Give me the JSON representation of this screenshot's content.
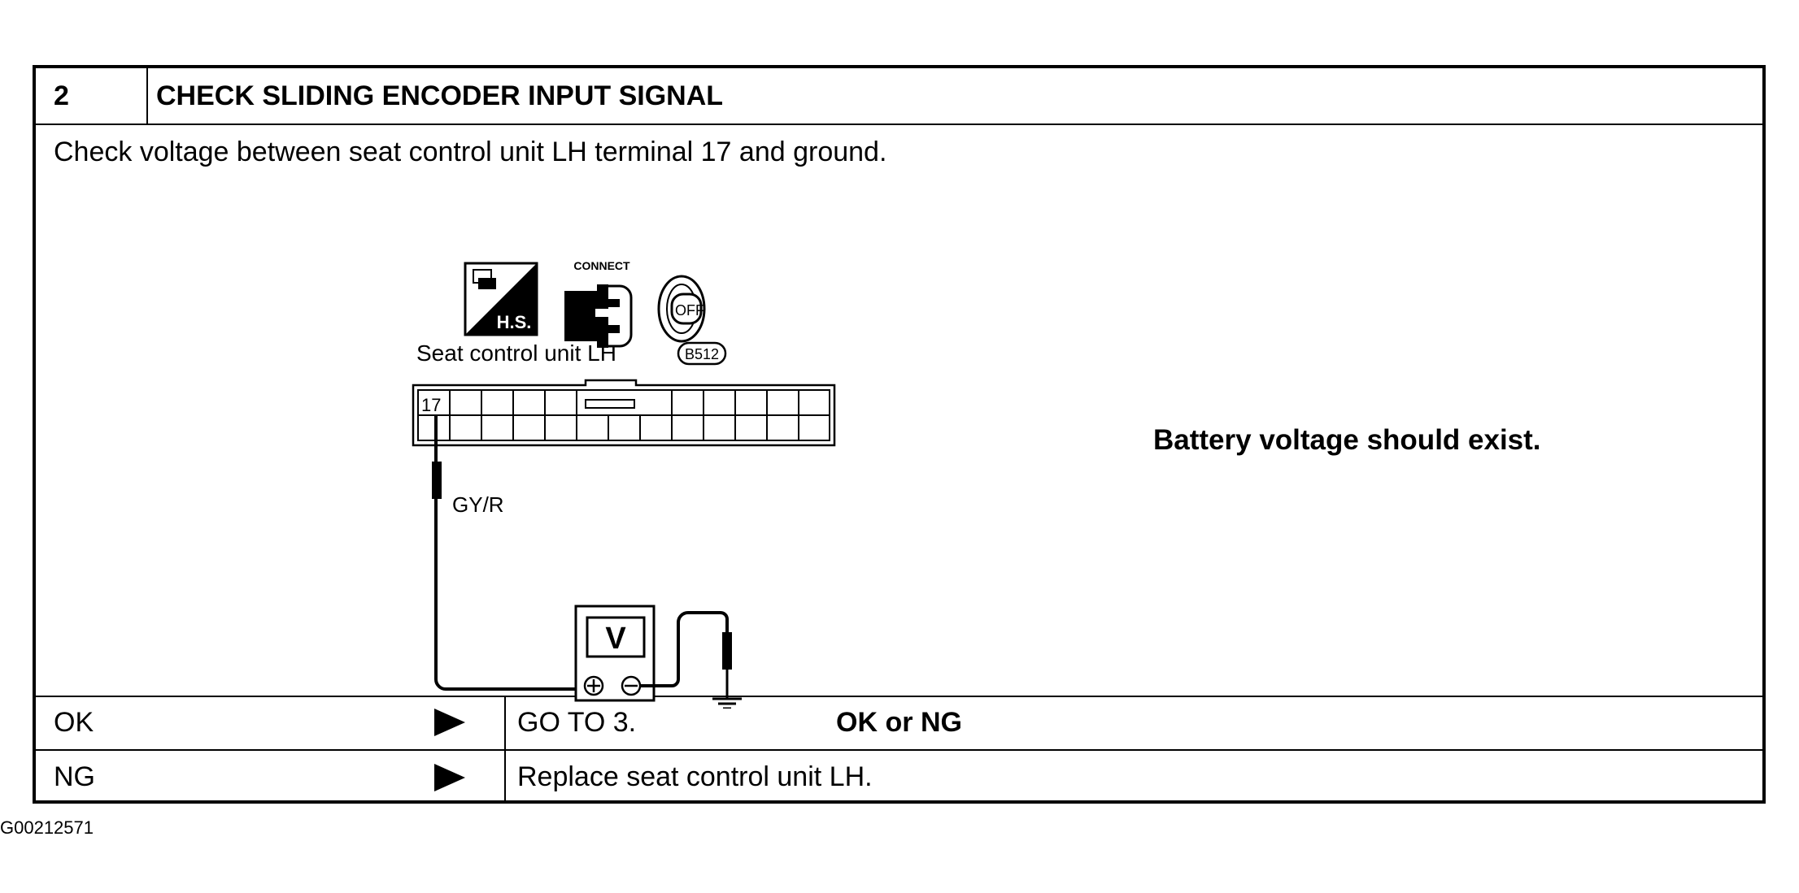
{
  "step": {
    "number": "2",
    "title": "CHECK SLIDING ENCODER INPUT SIGNAL"
  },
  "instruction": "Check voltage between seat control unit LH terminal 17 and ground.",
  "diagram": {
    "icons": {
      "hs_label": "H.S.",
      "connect_label": "CONNECT",
      "ignition_label": "OFF"
    },
    "connector_label": "Seat control unit LH",
    "connector_code": "B512",
    "terminal": "17",
    "wire_color": "GY/R",
    "meter_label": "V"
  },
  "result": "Battery voltage should exist.",
  "decision_prompt": "OK or NG",
  "outcomes": [
    {
      "label": "OK",
      "action": "GO TO 3."
    },
    {
      "label": "NG",
      "action": "Replace seat control unit LH."
    }
  ],
  "figure_id": "G00212571"
}
